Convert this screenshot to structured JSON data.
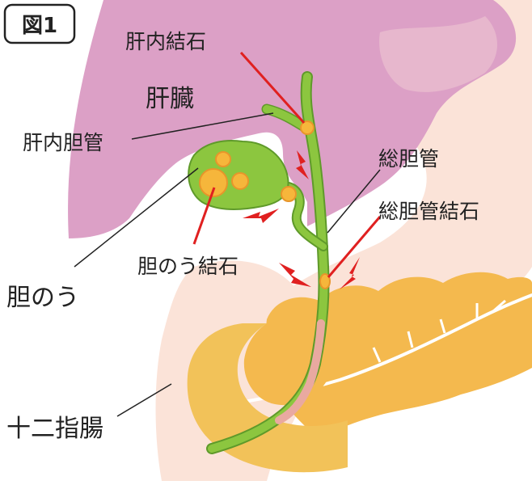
{
  "figure_label": "図1",
  "labels": {
    "intrahepatic_stone": "肝内結石",
    "liver": "肝臓",
    "intrahepatic_duct": "肝内胆管",
    "common_bile_duct": "総胆管",
    "cbd_stone": "総胆管結石",
    "gallstone": "胆のう結石",
    "gallbladder": "胆のう",
    "duodenum": "十二指腸"
  },
  "colors": {
    "liver": "#dca0c6",
    "liver_shade": "#e7b7cd",
    "skin": "#fbe3d8",
    "pancreas": "#f4b94e",
    "duodenum": "#f2c259",
    "bile": "#8cc63f",
    "bile_dark": "#5f9a2a",
    "stone": "#f6b63b",
    "stone_edge": "#e8952a",
    "pointer": "#e02020",
    "pain": "#e02020"
  }
}
